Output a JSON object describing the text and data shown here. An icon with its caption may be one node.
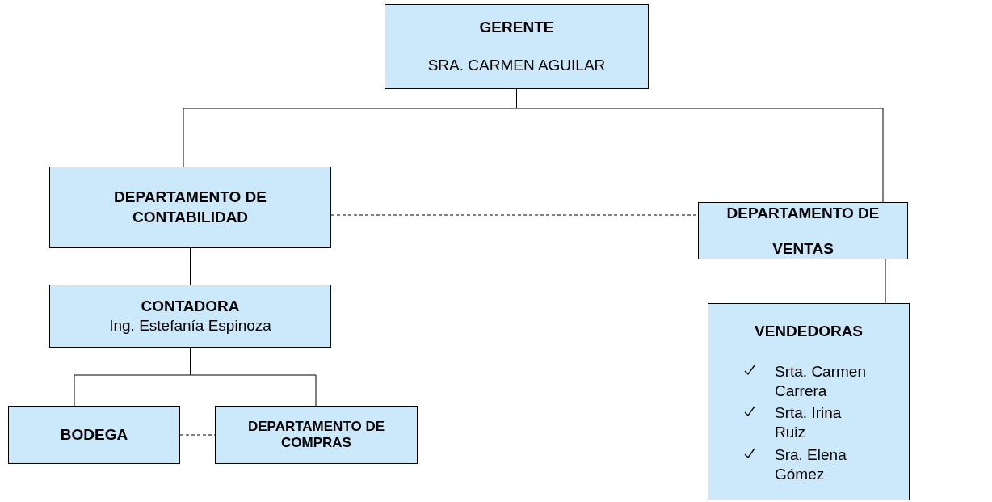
{
  "diagram": {
    "nodes": [
      {
        "text": [
          "GERENTE",
          "SRA. CARMEN AGUILAR"
        ]
      },
      {
        "text": [
          "DEPARTAMENTO DE CONTABILIDAD"
        ]
      },
      {
        "text": [
          "DEPARTAMENTO DE VENTAS"
        ]
      },
      {
        "text": [
          "CONTADORA",
          "Ing. Estefanía Espinoza"
        ]
      },
      {
        "text": [
          "VENDEDORAS",
          "Srta. Carmen Carrera",
          "Srta. Irina Ruiz",
          "Sra. Elena Gómez"
        ]
      },
      {
        "text": [
          "BODEGA"
        ]
      },
      {
        "text": [
          "DEPARTAMENTO DE COMPRAS"
        ]
      }
    ],
    "edges": [
      {
        "from": 0,
        "to": 1,
        "arrow": "none"
      },
      {
        "from": 0,
        "to": 2,
        "arrow": "none"
      },
      {
        "from": 1,
        "to": 2,
        "arrow": "none",
        "style": "dashed"
      },
      {
        "from": 1,
        "to": 3,
        "arrow": "none"
      },
      {
        "from": 3,
        "to": 5,
        "arrow": "none"
      },
      {
        "from": 3,
        "to": 6,
        "arrow": "none"
      },
      {
        "from": 5,
        "to": 6,
        "arrow": "none",
        "style": "dashed"
      },
      {
        "from": 2,
        "to": 4,
        "arrow": "none"
      }
    ]
  }
}
